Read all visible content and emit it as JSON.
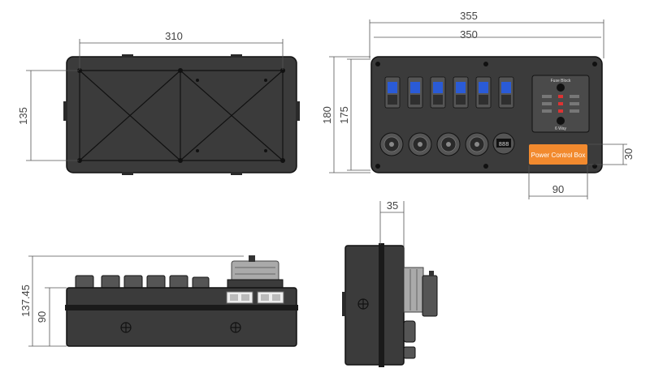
{
  "dimensions": {
    "top_view": {
      "width": "310",
      "height": "135"
    },
    "front_view": {
      "outer_width": "355",
      "inner_width": "350",
      "outer_height": "180",
      "inner_height": "175",
      "label_height": "30",
      "label_width": "90"
    },
    "side_view": {
      "total_height": "137.45",
      "body_height": "90"
    },
    "end_view": {
      "depth": "35"
    }
  },
  "front_panel": {
    "label_text": "Power Control Box",
    "voltmeter_reading": "888",
    "fuse_block_top_text": "Fuse Block",
    "fuse_block_bottom_text": "6 Way",
    "rocker_switch_count": 6,
    "socket_count": 4
  },
  "colors": {
    "body": "#3b3b3b",
    "body_dark": "#2a2a2a",
    "outline": "#111111",
    "rocker_blue": "#2a5bd7",
    "label_orange": "#f28a2e",
    "dimension_line": "#555555",
    "dimension_text": "#444444"
  }
}
